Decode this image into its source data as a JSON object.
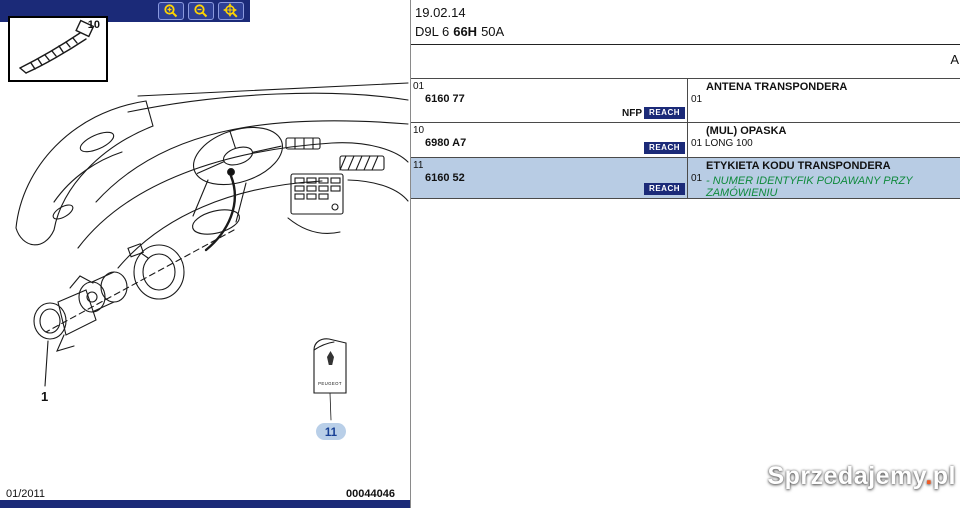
{
  "colors": {
    "navy_bar": "#1b2a78",
    "row_highlight": "#b8cce4",
    "note_green": "#0f8a3c",
    "watermark_orange": "#f05a23",
    "icon_yellow": "#ffd400"
  },
  "icons": {
    "zoom_in": "magnifier-plus",
    "zoom_out": "magnifier-minus",
    "zoom_fit": "magnifier-arrows"
  },
  "inset": {
    "callout": "10"
  },
  "diagram": {
    "callout_lock": "1",
    "callout_label": "11",
    "booklet_text": "PEUGEOT"
  },
  "footer": {
    "date": "01/2011",
    "number": "00044046"
  },
  "header": {
    "date": "19.02.14",
    "code_prefix": "D9L 6",
    "code_bold": "66H",
    "code_suffix": "50A",
    "corner_marker": "A"
  },
  "table": {
    "rows": [
      {
        "ref": "01",
        "part": "6160 77",
        "flag": "NFP",
        "reach": "REACH",
        "qty": "01",
        "desc": "ANTENA TRANSPONDERA"
      },
      {
        "ref": "10",
        "part": "6980 A7",
        "reach": "REACH",
        "qty": "01",
        "desc": "(MUL) OPASKA",
        "qty_note": "LONG 100"
      },
      {
        "ref": "11",
        "part": "6160 52",
        "reach": "REACH",
        "qty": "01",
        "desc": "ETYKIETA KODU TRANSPONDERA",
        "note": "- NUMER IDENTYFIK PODAWANY PRZY ZAMÓWIENIU"
      }
    ]
  },
  "watermark": {
    "brand": "Sprzedajemy",
    "dot": ".",
    "suffix": "pl"
  }
}
